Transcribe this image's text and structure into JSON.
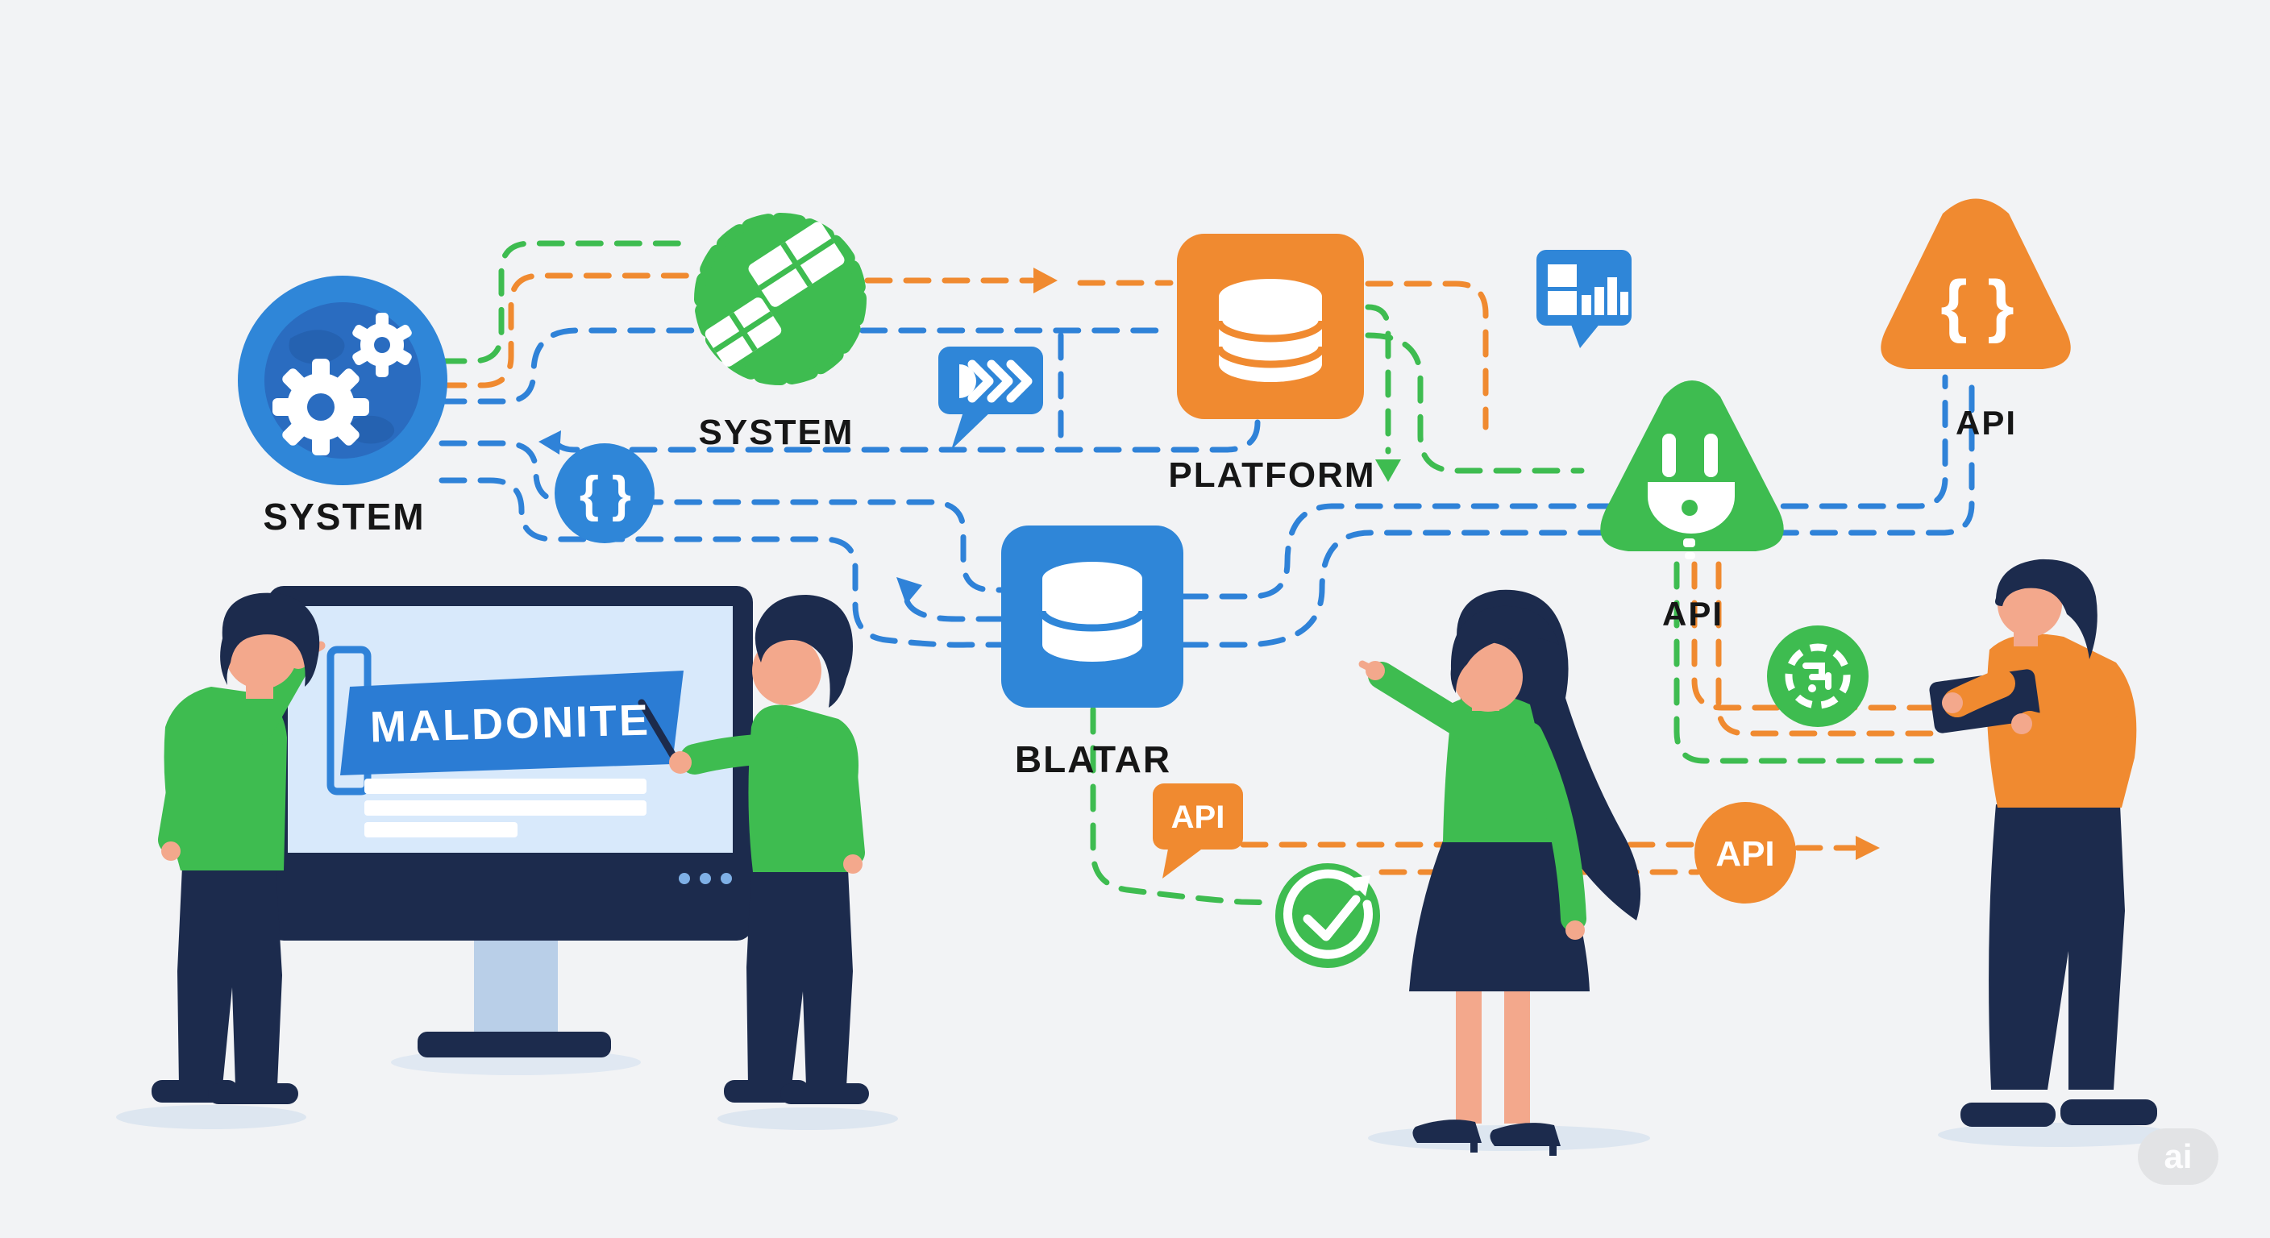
{
  "colors": {
    "background": "#f2f3f5",
    "green": "#3ebc50",
    "orange": "#f08a30",
    "blue": "#2f82d8",
    "navy": "#1c2b4d",
    "skin": "#f3a88c",
    "screen_blue": "#d8e9fb",
    "ribbon_blue": "#2b7cd4",
    "label_text": "#161616"
  },
  "labels": {
    "system_globe": "SYSTEM",
    "system_badge": "SYSTEM",
    "platform": "PLATFORM",
    "api_orange_triangle": "API",
    "api_green_triangle": "API",
    "blatar": "BLATAR"
  },
  "monitor": {
    "banner_text": "MALDONITE"
  },
  "bubbles": {
    "api_speech_bubble": "API",
    "api_circle": "API"
  },
  "icons": {
    "brace_open": "{",
    "brace_close": "}"
  },
  "watermark": {
    "label": "ai"
  }
}
